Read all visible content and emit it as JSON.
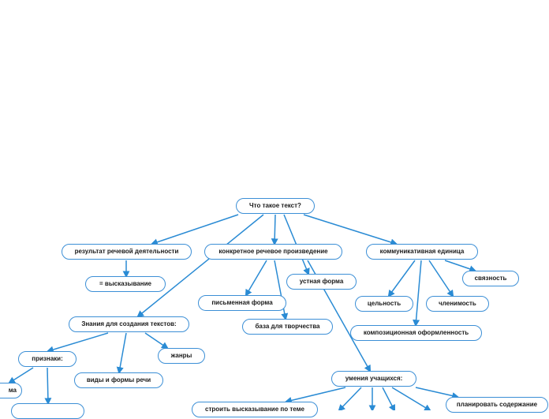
{
  "mindmap": {
    "root": "Что такое текст?",
    "nodes": {
      "root": "Что такое текст?",
      "result": "результат речевой деятельности",
      "utterance": "= высказывание",
      "concrete": "конкретное речевое произведение",
      "communicative": "коммуникативная единица",
      "oral": "устная форма",
      "written": "письменная форма",
      "creative_base": "база для творчества",
      "connectivity": "связность",
      "integrity": "цельность",
      "division": "членимость",
      "composition": "композиционная оформленность",
      "knowledge": "Знания для создания текстов:",
      "features": "признаки:",
      "speech_forms": "виды и формы речи",
      "genres": "жанры",
      "topic": "ма",
      "skills": "умения учащихся:",
      "build": "строить высказывание по теме",
      "plan": "планировать содержание"
    },
    "edges": [
      [
        "root",
        "result"
      ],
      [
        "root",
        "concrete"
      ],
      [
        "root",
        "communicative"
      ],
      [
        "root",
        "knowledge"
      ],
      [
        "root",
        "oral"
      ],
      [
        "result",
        "utterance"
      ],
      [
        "concrete",
        "written"
      ],
      [
        "concrete",
        "creative_base"
      ],
      [
        "concrete",
        "skills"
      ],
      [
        "communicative",
        "integrity"
      ],
      [
        "communicative",
        "composition"
      ],
      [
        "communicative",
        "division"
      ],
      [
        "communicative",
        "connectivity"
      ],
      [
        "knowledge",
        "features"
      ],
      [
        "knowledge",
        "speech_forms"
      ],
      [
        "knowledge",
        "genres"
      ],
      [
        "features",
        "topic"
      ],
      [
        "features",
        "features_child"
      ],
      [
        "skills",
        "build"
      ],
      [
        "skills",
        "skill_2"
      ],
      [
        "skills",
        "skill_3"
      ],
      [
        "skills",
        "skill_4"
      ],
      [
        "skills",
        "skill_5"
      ],
      [
        "skills",
        "plan"
      ]
    ]
  },
  "colors": {
    "edge": "#2a8bd4",
    "border": "#3c8fd6",
    "text": "#1a1a1a"
  }
}
